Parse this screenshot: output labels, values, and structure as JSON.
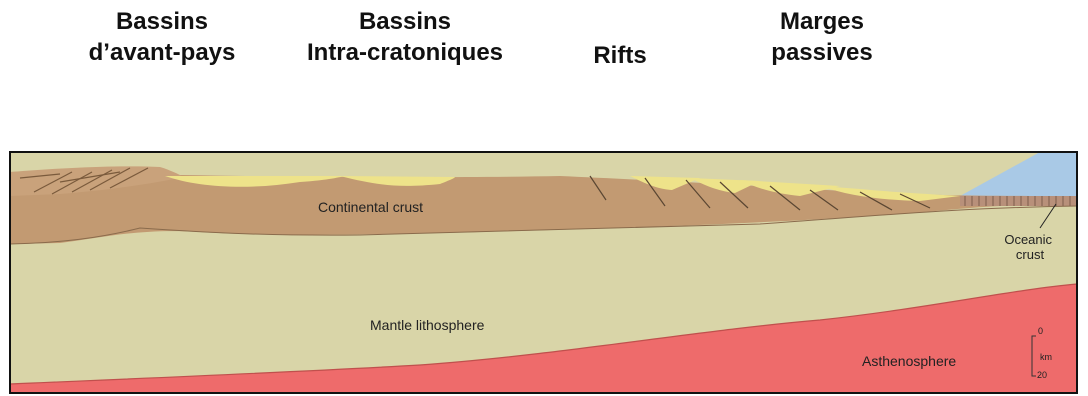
{
  "headers": {
    "foreland": [
      "Bassins",
      "d’avant-pays"
    ],
    "intracratonic": [
      "Bassins",
      "Intra-cratoniques"
    ],
    "rifts": [
      "Rifts"
    ],
    "passive_margins": [
      "Marges",
      "passives"
    ]
  },
  "section": {
    "continental_crust": "Continental crust",
    "oceanic_crust": [
      "Oceanic",
      "crust"
    ],
    "mantle_lithosphere": "Mantle lithosphere",
    "asthenosphere": "Asthenosphere",
    "scale": {
      "top": "0",
      "unit": "km",
      "bottom": "20"
    }
  },
  "colors": {
    "continental_crust": "#c29a72",
    "sediment": "#eee38a",
    "mantle_lithosphere": "#d9d5a8",
    "asthenosphere": "#ee6b6b",
    "ocean": "#a9c9e6",
    "frame": "#111111"
  }
}
